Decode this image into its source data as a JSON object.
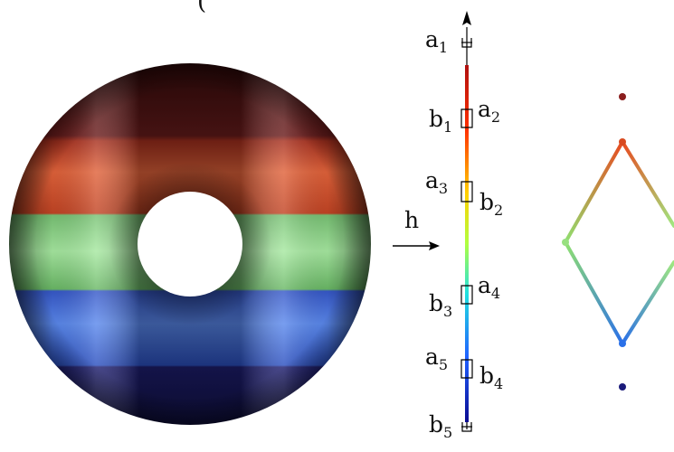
{
  "panel_label_partial": "(",
  "arrow_label": "h",
  "axis_labels": {
    "a1": {
      "letter": "a",
      "index": "1"
    },
    "a2": {
      "letter": "a",
      "index": "2"
    },
    "a3": {
      "letter": "a",
      "index": "3"
    },
    "a4": {
      "letter": "a",
      "index": "4"
    },
    "a5": {
      "letter": "a",
      "index": "5"
    },
    "b1": {
      "letter": "b",
      "index": "1"
    },
    "b2": {
      "letter": "b",
      "index": "2"
    },
    "b3": {
      "letter": "b",
      "index": "3"
    },
    "b4": {
      "letter": "b",
      "index": "4"
    },
    "b5": {
      "letter": "b",
      "index": "5"
    }
  },
  "colors": {
    "band_top": "#5c1818",
    "band_red": "#d8502c",
    "band_green": "#8ed88a",
    "band_blue": "#3e6ed8",
    "band_bottom": "#1e1e6c",
    "node_red": "#8a1d1d",
    "node_blue": "#1a1a7a"
  }
}
